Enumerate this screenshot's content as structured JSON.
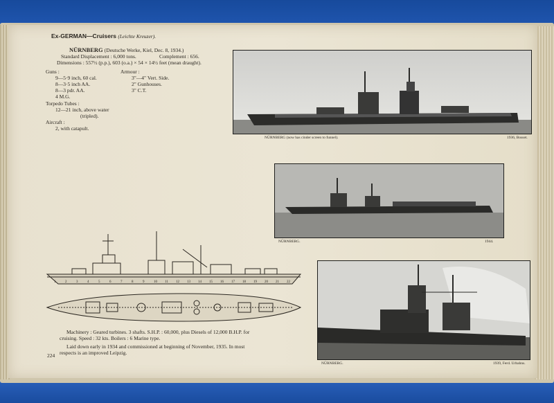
{
  "header": {
    "section": "Ex-GERMAN—Cruisers",
    "type_note": "(Leichte Kreuzer)."
  },
  "ship": {
    "name": "NÜRNBERG",
    "builder": "(Deutsche Werke, Kiel, Dec. 8, 1934.)",
    "displacement": "Standard Displacement : 6,000 tons.",
    "complement": "Complement : 656.",
    "dimensions": "Dimensions : 557½ (p.p.), 603 (o.a.) × 54 × 14½ feet (mean draught)."
  },
  "guns": {
    "title": "Guns :",
    "items": [
      "9—5·9 inch, 60 cal.",
      "8—3·5 inch AA.",
      "8—3 pdr. AA.",
      "4 M.G."
    ]
  },
  "armour": {
    "title": "Armour :",
    "items": [
      "3\"—4\" Vert. Side.",
      "2\" Gunhouses.",
      "3\" C.T."
    ]
  },
  "torpedo": {
    "title": "Torpedo Tubes :",
    "items": [
      "12—21 inch, above water",
      "(tripled)."
    ]
  },
  "aircraft": {
    "title": "Aircraft :",
    "items": [
      "2, with catapult."
    ]
  },
  "machinery": {
    "line1": "Machinery : Geared turbines. 3 shafts. S.H.P. : 60,000, plus Diesels of 12,000 B.H.P. for",
    "line2": "cruising. Speed : 32 kts. Boilers : 6 Marine type.",
    "line3": "Laid down early in 1934 and commissioned at beginning of November, 1935. In most",
    "line4": "respects is an improved Leipzig."
  },
  "page_number": "224",
  "photos": [
    {
      "caption": "NÜRNBERG (now has cinder screen to funnel).",
      "credit": "1936, Bosset."
    },
    {
      "caption": "NÜRNBERG.",
      "credit": "1944."
    },
    {
      "caption": "NÜRNBERG.",
      "credit": "1939, Ferd. Urbahns."
    }
  ],
  "deck_numbers": [
    "1",
    "2",
    "3",
    "4",
    "5",
    "6",
    "7",
    "8",
    "9",
    "10",
    "11",
    "12",
    "13",
    "14",
    "15",
    "16",
    "17",
    "18",
    "19",
    "20",
    "21",
    "22"
  ]
}
